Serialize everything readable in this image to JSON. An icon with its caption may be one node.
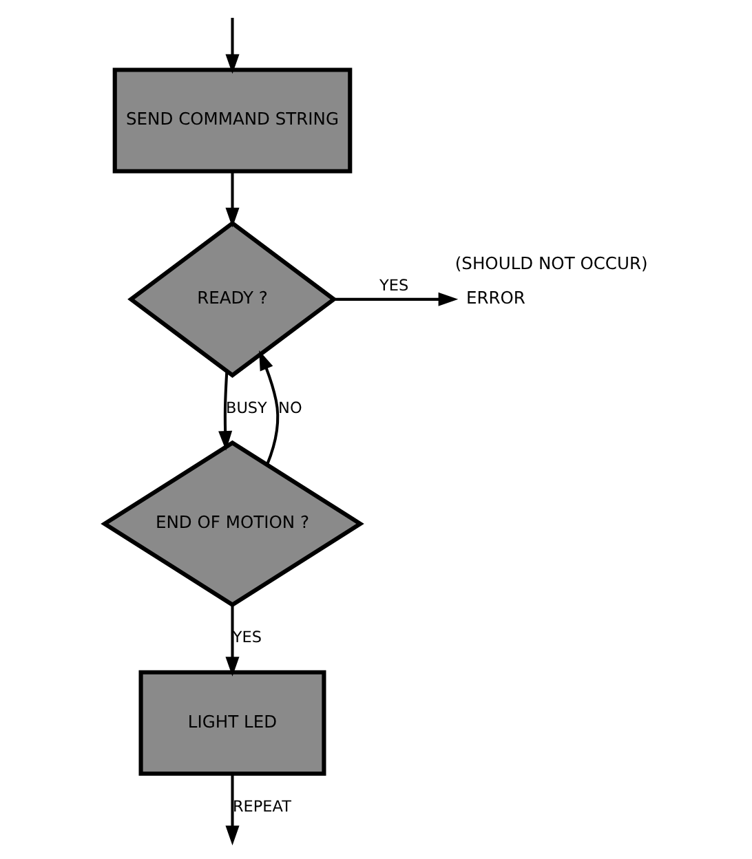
{
  "diagram": {
    "nodes": [
      {
        "text": [
          "SEND COMMAND STRING"
        ]
      },
      {
        "text": [
          "READY ?"
        ]
      },
      {
        "text": [
          "ERROR"
        ],
        "beside": [
          "(SHOULD NOT OCCUR)"
        ]
      },
      {
        "text": [
          "END OF MOTION ?"
        ]
      },
      {
        "text": [
          "LIGHT LED"
        ]
      }
    ],
    "edges": [
      {
        "from": null,
        "to": 0,
        "arrow": "to"
      },
      {
        "from": 0,
        "to": 1,
        "arrow": "to"
      },
      {
        "from": 1,
        "to": 2,
        "arrow": "to",
        "label": "YES"
      },
      {
        "from": 1,
        "to": 3,
        "arrow": "to",
        "label": "BUSY"
      },
      {
        "from": 3,
        "to": 1,
        "arrow": "to",
        "label": "NO"
      },
      {
        "from": 3,
        "to": 4,
        "arrow": "to",
        "label": "YES"
      },
      {
        "from": 4,
        "to": null,
        "arrow": "to",
        "label": "REPEAT"
      }
    ]
  }
}
